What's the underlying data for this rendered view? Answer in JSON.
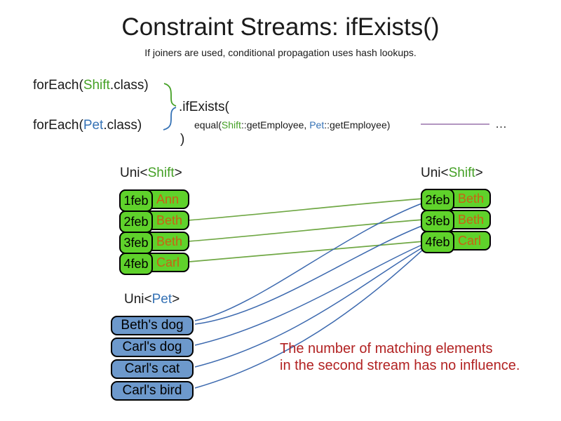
{
  "slide": {
    "title": "Constraint Streams: ifExists()",
    "subtitle": "If joiners are used, conditional propagation uses hash lookups."
  },
  "code": {
    "foreach_shift": {
      "pre": "forEach(",
      "keyword": "Shift",
      "post": ".class)"
    },
    "foreach_pet": {
      "pre": "forEach(",
      "keyword": "Pet",
      "post": ".class)"
    },
    "if_exists": ".ifExists(",
    "equal": {
      "pre": "equal(",
      "k1": "Shift",
      "mid1": "::getEmployee, ",
      "k2": "Pet",
      "post": "::getEmployee)"
    },
    "close_paren": ")",
    "ellipsis": "…"
  },
  "left_table": {
    "header": {
      "pre": "Uni<",
      "keyword": "Shift",
      "post": ">"
    },
    "rows": [
      {
        "date": "1feb",
        "name": "Ann"
      },
      {
        "date": "2feb",
        "name": "Beth"
      },
      {
        "date": "3feb",
        "name": "Beth"
      },
      {
        "date": "4feb",
        "name": "Carl"
      }
    ]
  },
  "right_table": {
    "header": {
      "pre": "Uni<",
      "keyword": "Shift",
      "post": ">"
    },
    "rows": [
      {
        "date": "2feb",
        "name": "Beth"
      },
      {
        "date": "3feb",
        "name": "Beth"
      },
      {
        "date": "4feb",
        "name": "Carl"
      }
    ]
  },
  "pet_table": {
    "header": {
      "pre": "Uni<",
      "keyword": "Pet",
      "post": ">"
    },
    "rows": [
      {
        "label": "Beth's dog"
      },
      {
        "label": "Carl's dog"
      },
      {
        "label": "Carl's cat"
      },
      {
        "label": "Carl's bird"
      }
    ]
  },
  "note": {
    "line1": "The number of matching elements",
    "line2": "in the second stream has no influence."
  },
  "connections": {
    "shift_to_shift": [
      {
        "from": "2feb Beth",
        "to": "2feb Beth"
      },
      {
        "from": "3feb Beth",
        "to": "3feb Beth"
      },
      {
        "from": "4feb Carl",
        "to": "4feb Carl"
      }
    ],
    "pet_to_shift": [
      {
        "from": "Beth's dog",
        "to": "2feb Beth"
      },
      {
        "from": "Beth's dog",
        "to": "3feb Beth"
      },
      {
        "from": "Carl's dog",
        "to": "4feb Carl"
      },
      {
        "from": "Carl's cat",
        "to": "4feb Carl"
      },
      {
        "from": "Carl's bird",
        "to": "4feb Carl"
      }
    ]
  },
  "colors": {
    "shift_keyword": "#44A025",
    "pet_keyword": "#3572B5",
    "shift_box_fill": "#5FD22B",
    "shift_name_text": "#C96214",
    "pet_box_fill": "#6D99CC",
    "note_text": "#B22222",
    "shift_edge": "#70A845",
    "pet_edge": "#3B68AE",
    "joiner_edge": "#9973AC",
    "brace_top": "#44A025",
    "brace_bottom": "#3572B5"
  }
}
